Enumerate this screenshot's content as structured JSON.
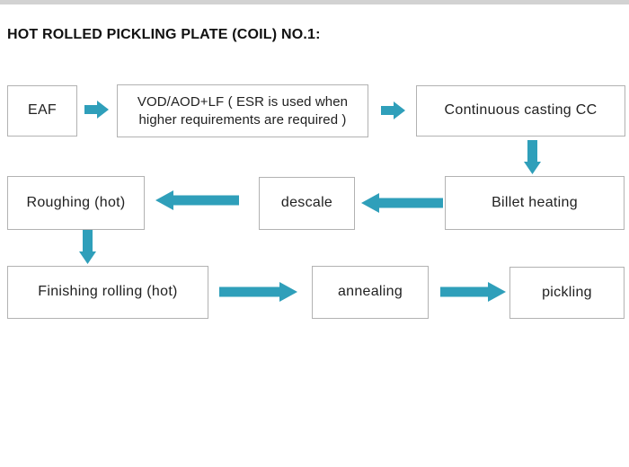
{
  "header": {
    "title": "HOT ROLLED PICKLING PLATE (COIL) NO.1:"
  },
  "colors": {
    "arrow": "#2f9fba",
    "box_border": "#b2b2b2",
    "top_bar": "#d2d2d2",
    "title_text": "#111111",
    "node_text": "#212121"
  },
  "flowchart": {
    "nodes": [
      {
        "id": "eaf",
        "label": "EAF"
      },
      {
        "id": "vod-aod-lf",
        "label": "VOD/AOD+LF ( ESR is used when higher requirements are required )"
      },
      {
        "id": "continuous-casting",
        "label": "Continuous casting CC"
      },
      {
        "id": "billet-heating",
        "label": "Billet heating"
      },
      {
        "id": "descale",
        "label": "descale"
      },
      {
        "id": "roughing",
        "label": "Roughing (hot)"
      },
      {
        "id": "finishing-rolling",
        "label": "Finishing rolling (hot)"
      },
      {
        "id": "annealing",
        "label": "annealing"
      },
      {
        "id": "pickling",
        "label": "pickling"
      }
    ],
    "connections": [
      {
        "from": "eaf",
        "to": "vod-aod-lf",
        "direction": "right"
      },
      {
        "from": "vod-aod-lf",
        "to": "continuous-casting",
        "direction": "right"
      },
      {
        "from": "continuous-casting",
        "to": "billet-heating",
        "direction": "down"
      },
      {
        "from": "billet-heating",
        "to": "descale",
        "direction": "left"
      },
      {
        "from": "descale",
        "to": "roughing",
        "direction": "left"
      },
      {
        "from": "roughing",
        "to": "finishing-rolling",
        "direction": "down"
      },
      {
        "from": "finishing-rolling",
        "to": "annealing",
        "direction": "right"
      },
      {
        "from": "annealing",
        "to": "pickling",
        "direction": "right"
      }
    ]
  }
}
